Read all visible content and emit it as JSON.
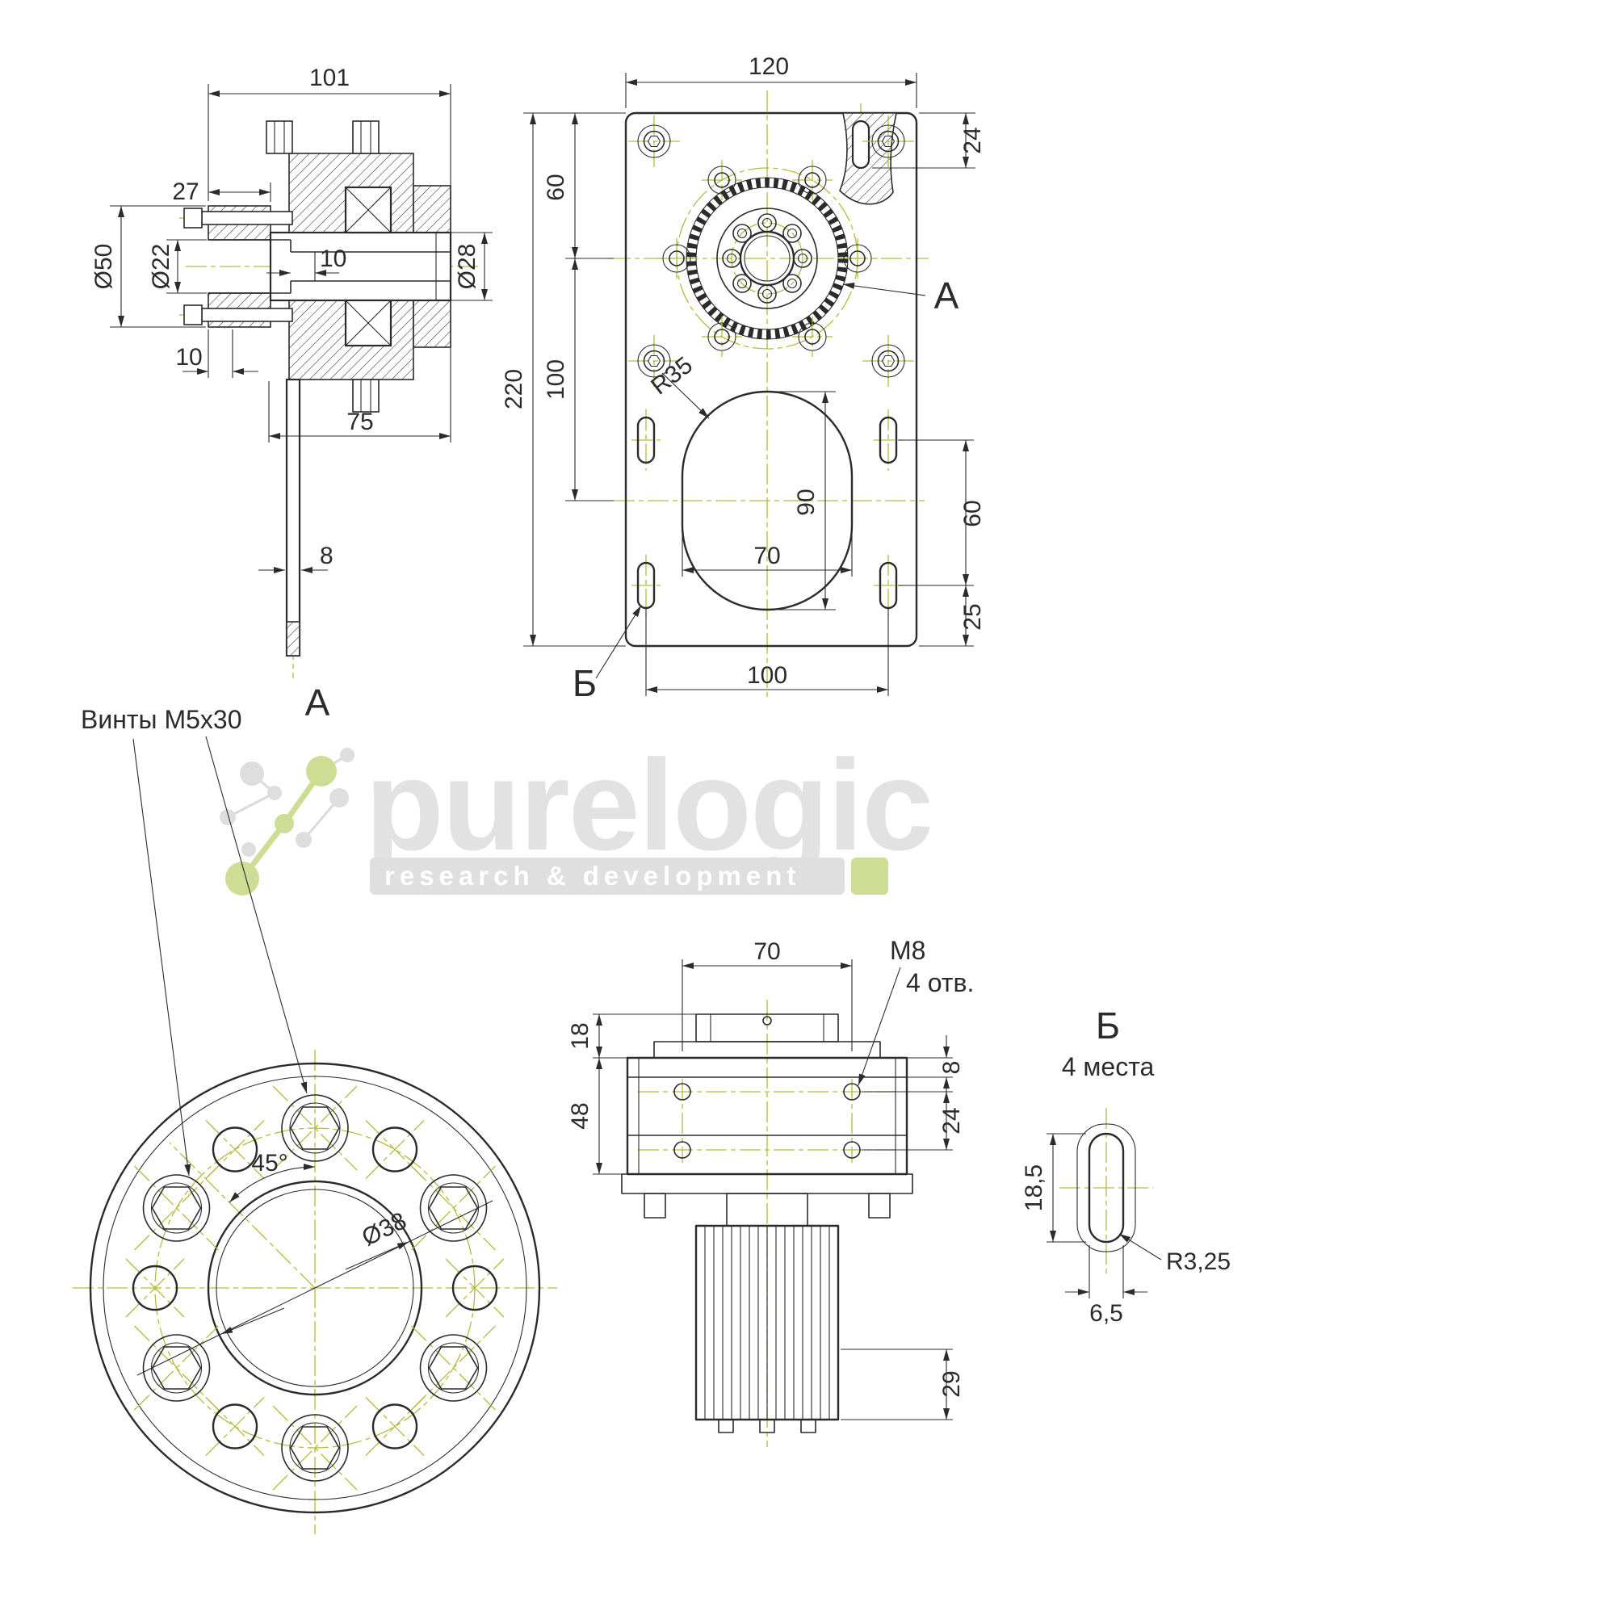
{
  "watermark": {
    "brand": "purelogic",
    "tagline": "research & development",
    "green": "#a6c23e",
    "gray": "#c9c9c9"
  },
  "view_section": {
    "label": "А",
    "dim_101": "101",
    "dim_27": "27",
    "dim_d50": "Ø50",
    "dim_d22": "Ø22",
    "dim_10_bore": "10",
    "dim_d28": "Ø28",
    "dim_10_flange": "10",
    "dim_75": "75",
    "dim_8": "8"
  },
  "view_plate": {
    "label_a": "А",
    "label_b": "Б",
    "dim_120": "120",
    "dim_24": "24",
    "dim_60_top": "60",
    "dim_220": "220",
    "dim_100_left": "100",
    "dim_r35": "R35",
    "dim_90": "90",
    "dim_70": "70",
    "dim_60_right": "60",
    "dim_25": "25",
    "dim_100_bottom": "100"
  },
  "view_flange": {
    "note_screws": "Винты М5х30",
    "dim_45": "45°",
    "dim_d38": "Ø38"
  },
  "view_side": {
    "dim_70": "70",
    "note_m8": "М8",
    "note_holes": "4 отв.",
    "dim_18": "18",
    "dim_48": "48",
    "dim_8": "8",
    "dim_24": "24",
    "dim_29": "29"
  },
  "view_detail": {
    "label": "Б",
    "note_places": "4 места",
    "dim_18_5": "18,5",
    "dim_r3_25": "R3,25",
    "dim_6_5": "6,5"
  }
}
